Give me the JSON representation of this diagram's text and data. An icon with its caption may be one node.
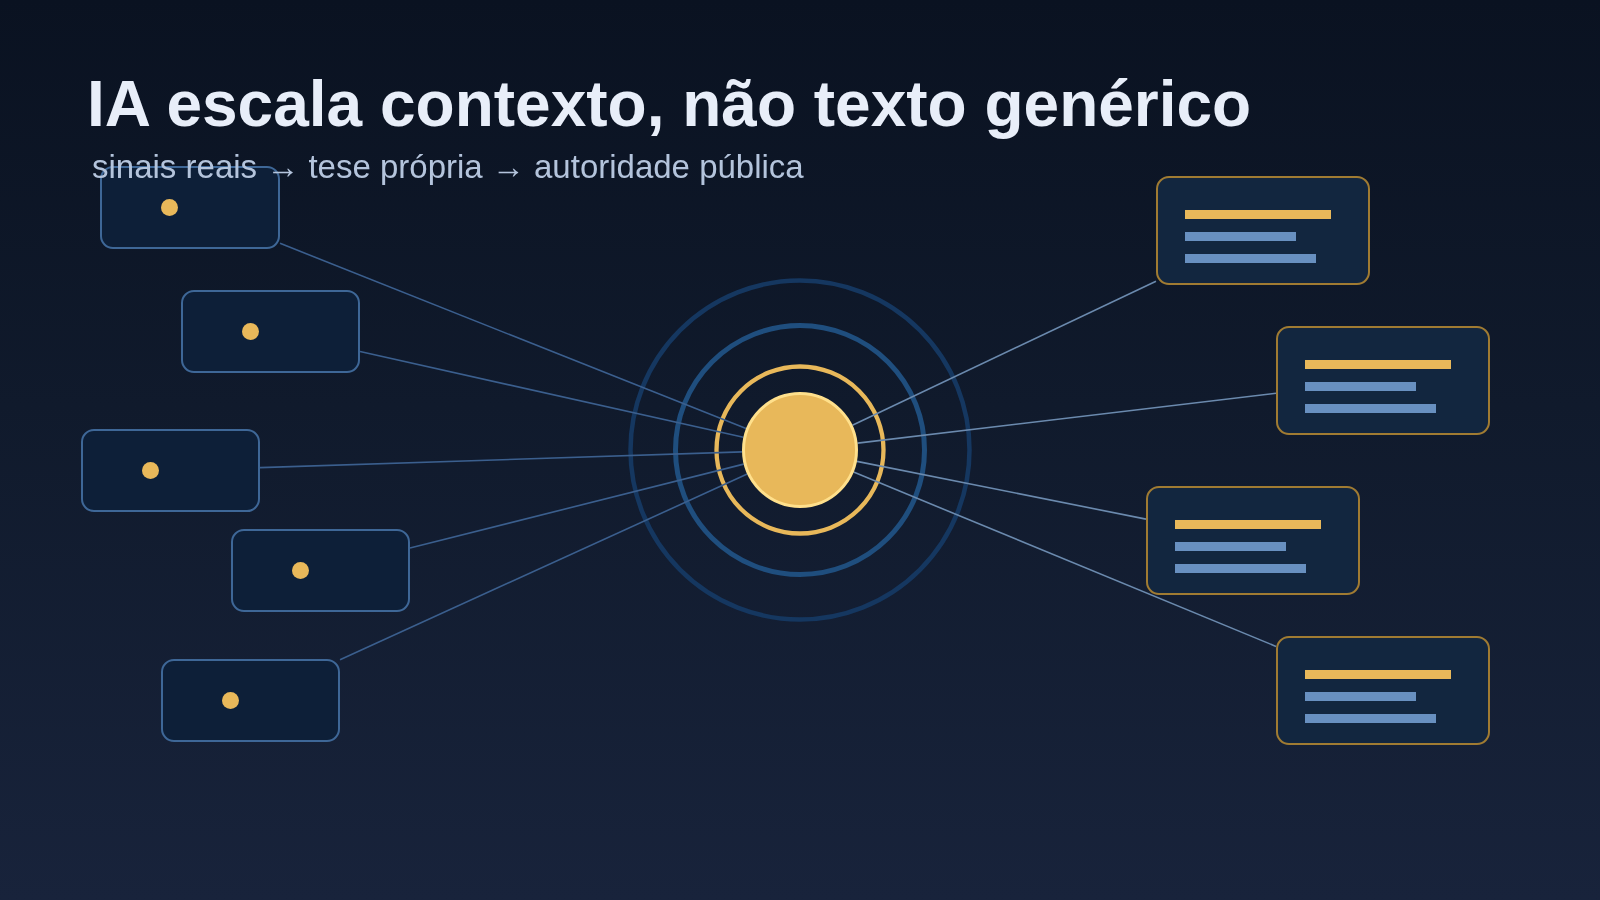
{
  "diagram": {
    "title": "IA escala contexto, não texto genérico",
    "nodes": [
      {
        "text": [],
        "shape": "box"
      },
      {
        "text": [],
        "shape": "box"
      },
      {
        "text": [],
        "shape": "box"
      },
      {
        "text": [],
        "shape": "box"
      },
      {
        "text": [],
        "shape": "box"
      },
      {
        "text": [],
        "shape": "circle"
      },
      {
        "text": [],
        "shape": "box"
      },
      {
        "text": [],
        "shape": "box"
      },
      {
        "text": [],
        "shape": "box"
      },
      {
        "text": [],
        "shape": "box"
      }
    ],
    "edges": [
      {
        "from": 0,
        "to": 5,
        "arrow": "none"
      },
      {
        "from": 1,
        "to": 5,
        "arrow": "none"
      },
      {
        "from": 2,
        "to": 5,
        "arrow": "none"
      },
      {
        "from": 3,
        "to": 5,
        "arrow": "none"
      },
      {
        "from": 4,
        "to": 5,
        "arrow": "none"
      },
      {
        "from": 5,
        "to": 6,
        "arrow": "none",
        "color": "#6b8aae"
      },
      {
        "from": 5,
        "to": 7,
        "arrow": "none",
        "color": "#6b8aae"
      },
      {
        "from": 5,
        "to": 8,
        "arrow": "none",
        "color": "#6b8aae"
      },
      {
        "from": 5,
        "to": 9,
        "arrow": "none",
        "color": "#6b8aae"
      }
    ],
    "labels": [
      "sinais reais → tese própria → autoridade pública"
    ]
  }
}
